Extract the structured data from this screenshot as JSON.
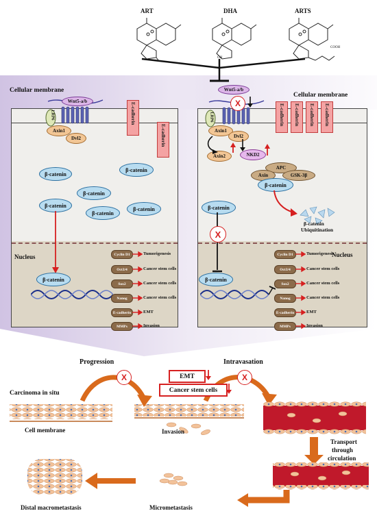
{
  "drugs": {
    "art": "ART",
    "dha": "DHA",
    "arts": "ARTS",
    "dha_oh": "OH",
    "arts_cooh": "COOH"
  },
  "left_panel": {
    "membrane_label": "Cellular membrane",
    "wnt": "Wnt5-a/b",
    "lrp": "LRP6",
    "axin1": "Axin1",
    "dvl2": "Dvl2",
    "ecad": [
      "E-cadherin",
      "E-cadherin"
    ],
    "bcat": "β-catenin",
    "nucleus": "Nucleus",
    "genes": [
      "Cyclin D1",
      "Oct3/4",
      "Sox2",
      "Nanog",
      "E-cadherin",
      "MMPs"
    ],
    "outcomes": [
      "Tumorigenesis",
      "Cancer stem cells",
      "Cancer stem cells",
      "Cancer stem cells",
      "EMT",
      "Invasion"
    ]
  },
  "right_panel": {
    "membrane_label": "Cellular membrane",
    "wnt": "Wnt5-a/b",
    "lrp": "LRP6",
    "axin1": "Axin1",
    "dvl2": "Dvl2",
    "axin2": "Axin2",
    "nkd2": "NKD2",
    "ecad": [
      "E-cadherin",
      "E-cadherin",
      "E-cadherin",
      "E-cadherin"
    ],
    "apc": "APC",
    "axin": "Axin",
    "gsk": "GSK-3β",
    "bcat": "β-catenin",
    "ubiq1": "β-catenin",
    "ubiq2": "Ubiquitination",
    "nucleus": "Nucleus",
    "genes": [
      "Cyclin D1",
      "Oct3/4",
      "Sox2",
      "Nanog",
      "E-cadherin",
      "MMPs"
    ],
    "outcomes": [
      "Tumorigenesis",
      "Cancer stem cells",
      "Cancer stem cells",
      "Cancer stem cells",
      "EMT",
      "Invasion"
    ]
  },
  "bottom": {
    "progression": "Progression",
    "intravasation": "Intravasation",
    "carcinoma": "Carcinoma in situ",
    "cell_membrane": "Cell membrane",
    "emt": "EMT",
    "csc": "Cancer stem cells",
    "invasion": "Invasion",
    "transport1": "Transport",
    "transport2": "through",
    "transport3": "circulation",
    "distal": "Distal macrometastasis",
    "micro": "Micrometastasis"
  },
  "colors": {
    "inhibit_red": "#d62020",
    "flow_orange": "#d96a1c",
    "bcat_blue": "#b8dcf0",
    "gene_brown": "#8b6b4a",
    "ecad_pink": "#f4a3a3"
  }
}
